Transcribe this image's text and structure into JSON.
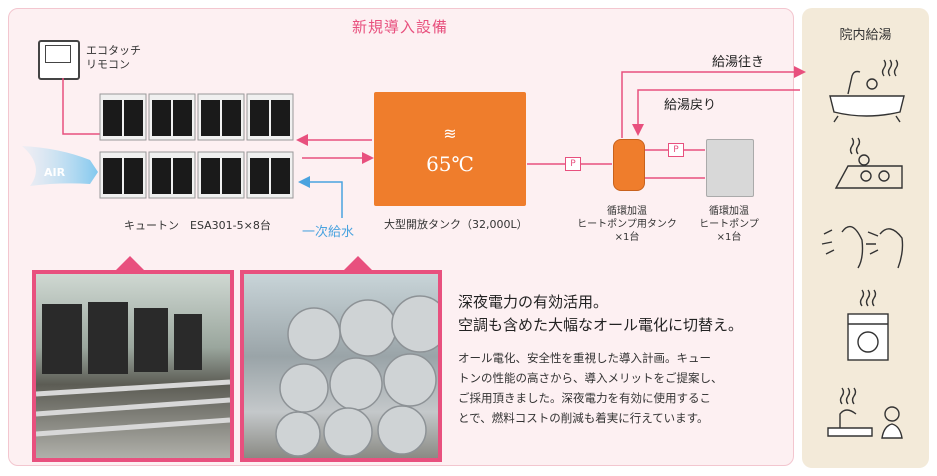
{
  "main_title": "新規導入設備",
  "side_title": "院内給湯",
  "remote": {
    "line1": "エコタッチ",
    "line2": "リモコン"
  },
  "air_label": "AIR",
  "units_label": "キュートン　ESA301-5×8台",
  "water_label": "一次給水",
  "tank": {
    "temp": "65℃",
    "label": "大型開放タンク（32,000L）"
  },
  "pump_p": "P",
  "cyl_label": {
    "line1": "循環加温",
    "line2": "ヒートポンプ用タンク",
    "line3": "×1台"
  },
  "hp_label": {
    "line1": "循環加温",
    "line2": "ヒートポンプ",
    "line3": "×1台"
  },
  "supply_out": "給湯往き",
  "supply_return": "給湯戻り",
  "headline": {
    "line1": "深夜電力の有効活用。",
    "line2": "空調も含めた大幅なオール電化に切替え。"
  },
  "body": {
    "line1": "オール電化、安全性を重視した導入計画。キュー",
    "line2": "トンの性能の高さから、導入メリットをご提案し、",
    "line3": "ご採用頂きました。深夜電力を有効に使用するこ",
    "line4": "とで、燃料コストの削減も着実に行えています。"
  },
  "colors": {
    "accent": "#e8507e",
    "tank": "#ef7d2c",
    "water": "#4aa3df",
    "side_bg": "#f3ead9",
    "main_bg": "#fdf0f2"
  },
  "side_icons": [
    "bath-icon",
    "public-bath-icon",
    "shower-icon",
    "washing-machine-icon",
    "kitchen-sink-icon"
  ]
}
